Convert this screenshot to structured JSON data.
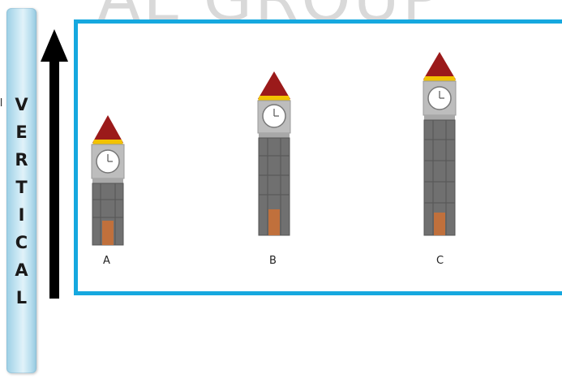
{
  "watermark": {
    "text": "AL GROUP"
  },
  "vertical_label": {
    "letters": [
      "V",
      "E",
      "R",
      "T",
      "I",
      "C",
      "A",
      "L"
    ]
  },
  "side_mark": {
    "text": "l"
  },
  "towers": [
    {
      "label": "A"
    },
    {
      "label": "B"
    },
    {
      "label": "C"
    }
  ],
  "colors": {
    "panel_border": "#16a8df",
    "vertical_bar": "#b9dfef",
    "arrow": "#000000",
    "roof": "#9b1a1a",
    "roof_band": "#f2c200",
    "clock_case": "#bdbdbd",
    "tower_stone": "#707070",
    "door": "#c0703c"
  }
}
